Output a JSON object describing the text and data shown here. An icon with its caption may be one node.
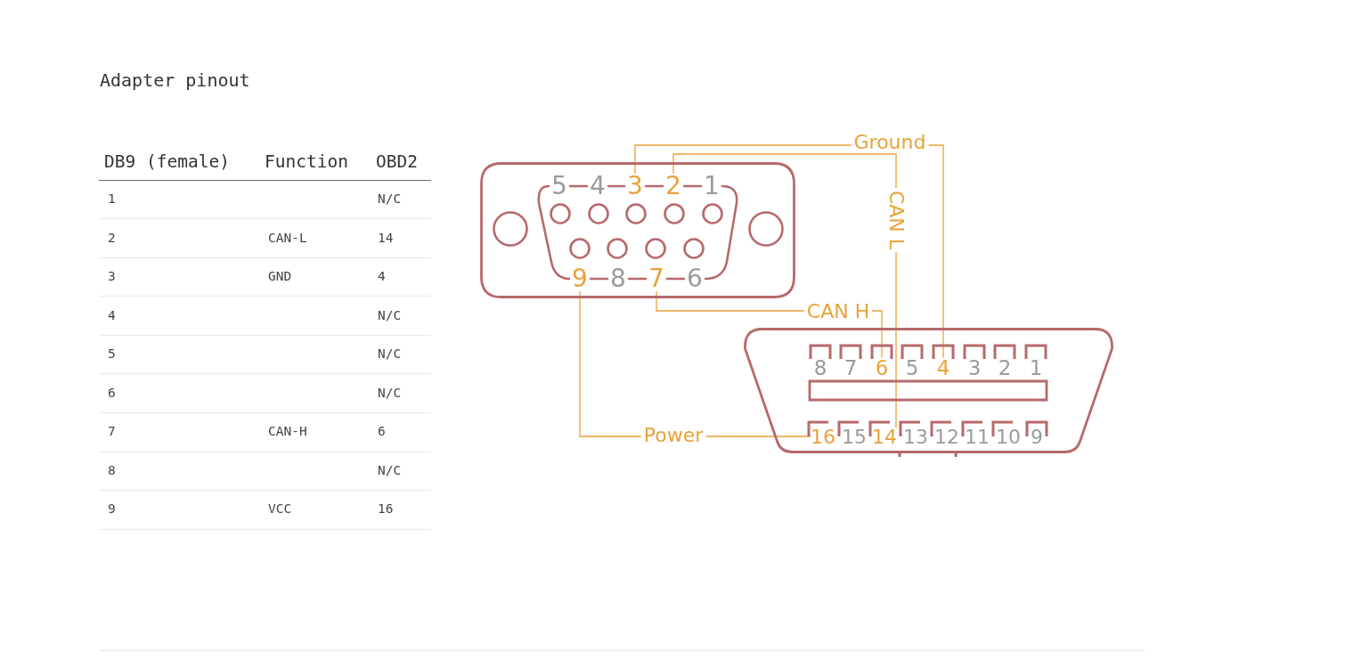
{
  "diagram": {
    "title": "Adapter pinout",
    "nodes": [
      {
        "text": [],
        "shape": "box"
      },
      {
        "text": [
          "5"
        ],
        "in": 0
      },
      {
        "text": [
          "4"
        ],
        "in": 0
      },
      {
        "text": [
          "3"
        ],
        "in": 0
      },
      {
        "text": [
          "2"
        ],
        "in": 0
      },
      {
        "text": [
          "1"
        ],
        "in": 0
      },
      {
        "text": [
          "9"
        ],
        "in": 0
      },
      {
        "text": [
          "8"
        ],
        "in": 0
      },
      {
        "text": [
          "7"
        ],
        "in": 0
      },
      {
        "text": [
          "6"
        ],
        "in": 0
      },
      {
        "text": [],
        "shape": "trapezoid"
      },
      {
        "text": [
          "8"
        ],
        "in": 10
      },
      {
        "text": [
          "7"
        ],
        "in": 10
      },
      {
        "text": [
          "6"
        ],
        "in": 10
      },
      {
        "text": [
          "5"
        ],
        "in": 10
      },
      {
        "text": [
          "4"
        ],
        "in": 10
      },
      {
        "text": [
          "3"
        ],
        "in": 10
      },
      {
        "text": [
          "2"
        ],
        "in": 10
      },
      {
        "text": [
          "1"
        ],
        "in": 10
      },
      {
        "text": [
          "16"
        ],
        "in": 10
      },
      {
        "text": [
          "15"
        ],
        "in": 10
      },
      {
        "text": [
          "14"
        ],
        "in": 10
      },
      {
        "text": [
          "13"
        ],
        "in": 10
      },
      {
        "text": [
          "12"
        ],
        "in": 10
      },
      {
        "text": [
          "11"
        ],
        "in": 10
      },
      {
        "text": [
          "10"
        ],
        "in": 10
      },
      {
        "text": [
          "9"
        ],
        "in": 10
      }
    ],
    "edges": [
      {
        "from": 3,
        "to": 15,
        "arrow": "none",
        "label": "Ground"
      },
      {
        "from": 4,
        "to": 21,
        "arrow": "none",
        "label": "CAN L"
      },
      {
        "from": 8,
        "to": 13,
        "arrow": "none",
        "label": "CAN H"
      },
      {
        "from": 6,
        "to": 19,
        "arrow": "none",
        "label": "Power"
      }
    ],
    "labels": [
      "DB9 (female)",
      "Function",
      "OBD2",
      "1",
      "N/C",
      "2",
      "CAN-L",
      "14",
      "3",
      "GND",
      "4",
      "4",
      "N/C",
      "5",
      "N/C",
      "6",
      "N/C",
      "7",
      "CAN-H",
      "6",
      "8",
      "N/C",
      "9",
      "VCC",
      "16"
    ]
  }
}
